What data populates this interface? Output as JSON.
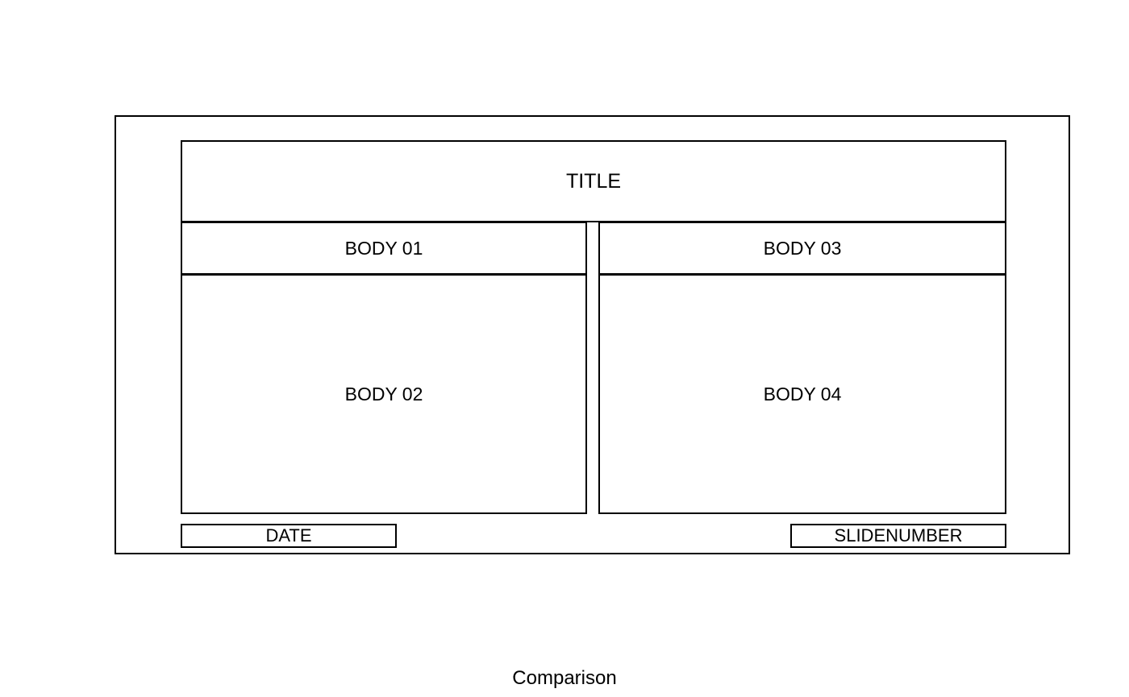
{
  "diagram": {
    "caption": "Comparison",
    "frame_label": "slide-outline",
    "colors": {
      "stroke": "#000000",
      "background": "#ffffff",
      "text": "#000000"
    },
    "placeholders": [
      {
        "id": "title",
        "label": "TITLE"
      },
      {
        "id": "body01",
        "label": "BODY 01"
      },
      {
        "id": "body02",
        "label": "BODY 02"
      },
      {
        "id": "body03",
        "label": "BODY 03"
      },
      {
        "id": "body04",
        "label": "BODY 04"
      },
      {
        "id": "date",
        "label": "DATE"
      },
      {
        "id": "slidenumber",
        "label": "SLIDENUMBER"
      }
    ]
  }
}
